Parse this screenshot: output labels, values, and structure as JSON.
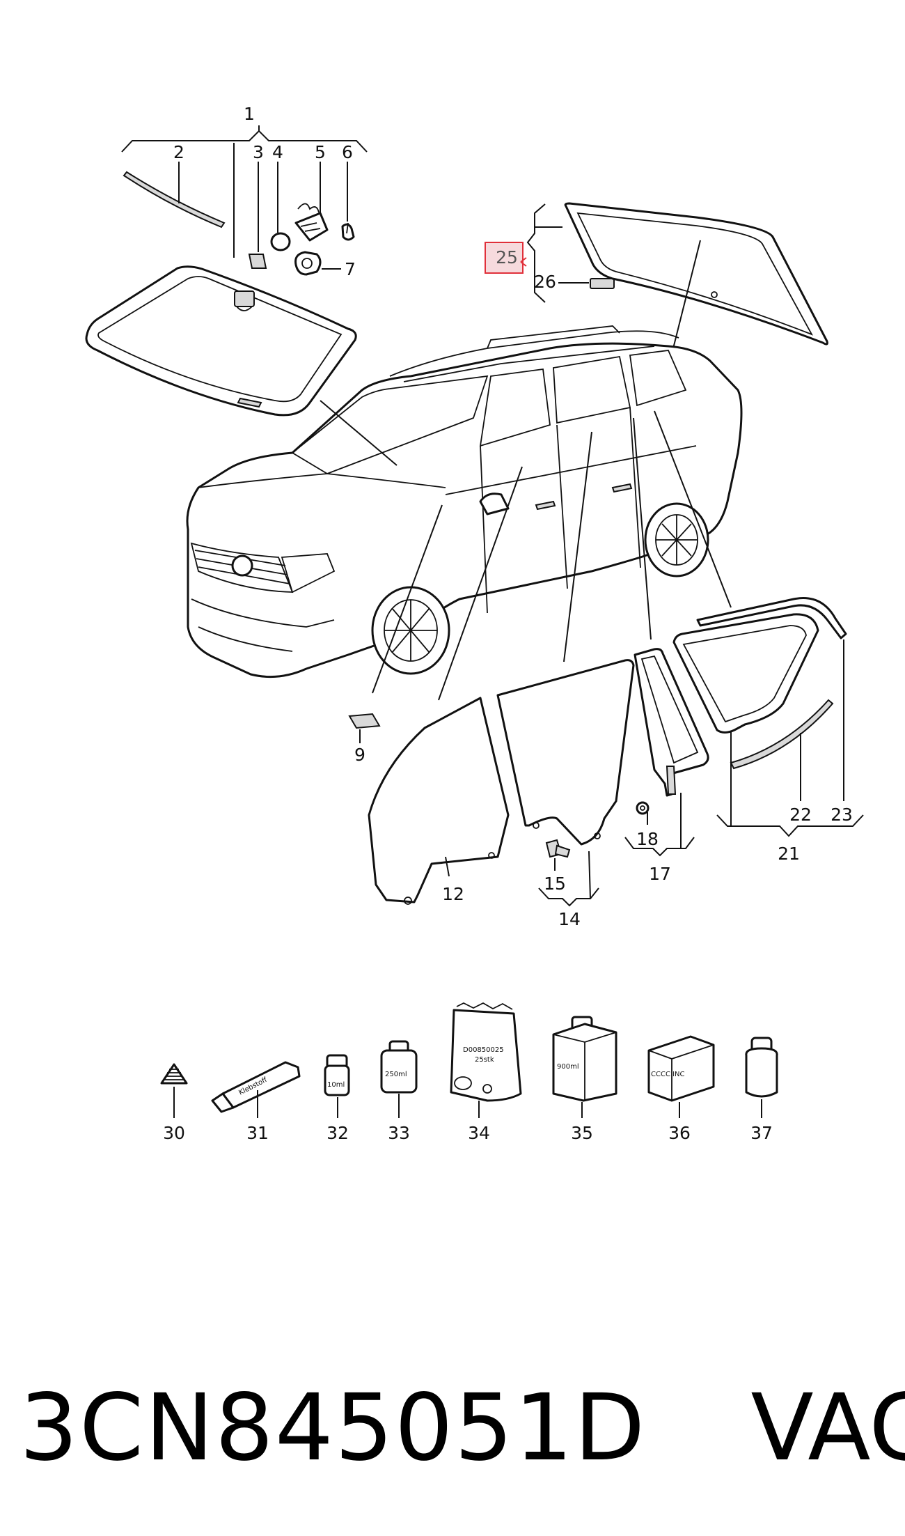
{
  "diagram": {
    "callouts": {
      "c1": "1",
      "c2": "2",
      "c3": "3",
      "c4": "4",
      "c5": "5",
      "c6": "6",
      "c7": "7",
      "c9": "9",
      "c12": "12",
      "c14": "14",
      "c15": "15",
      "c17": "17",
      "c18": "18",
      "c21": "21",
      "c22": "22",
      "c23": "23",
      "c25": "25",
      "c26": "26",
      "c30": "30",
      "c31": "31",
      "c32": "32",
      "c33": "33",
      "c34": "34",
      "c35": "35",
      "c36": "36",
      "c37": "37"
    },
    "highlighted_callout": "25",
    "highlight_color": "#e0303a",
    "product_labels": {
      "tube": "Klebstoff",
      "bottle_small": "10ml",
      "can": "250ml",
      "bag_code": "D00850025",
      "bag_sub": "25stk",
      "box": "900ml",
      "carton": "CCCC INC"
    }
  },
  "caption": {
    "part_number": "3CN845051D",
    "brand": "VAG"
  }
}
